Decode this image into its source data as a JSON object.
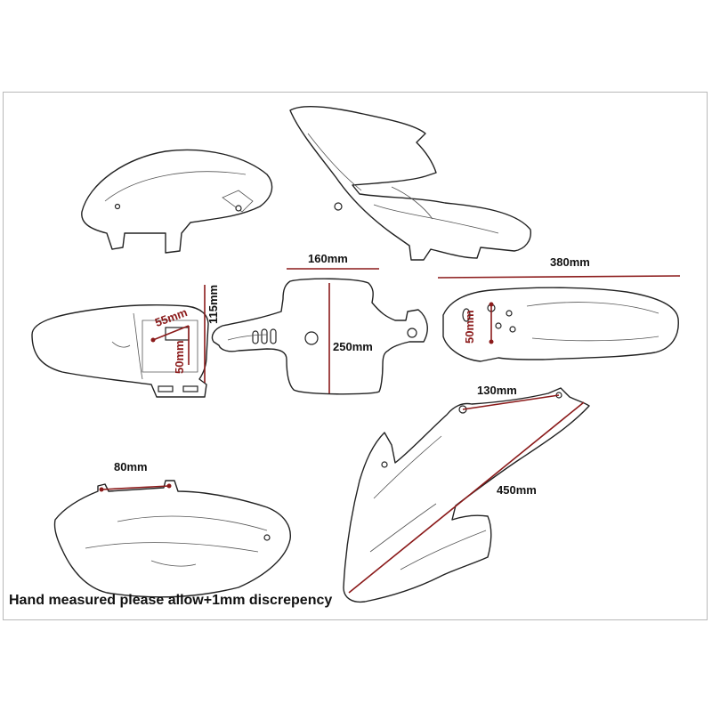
{
  "colors": {
    "dimension": "#8b1a1a",
    "outline": "#222222",
    "background": "#ffffff"
  },
  "dimensions": {
    "tank_cover_width": "160mm",
    "tank_cover_height": "250mm",
    "front_fender_length": "380mm",
    "front_fender_hole_spacing": "50mm",
    "rear_fender_hole_width": "55mm",
    "rear_fender_hole_height": "50mm",
    "rear_fender_mount_height": "115mm",
    "shroud_top_mount": "130mm",
    "shroud_length": "450mm",
    "side_panel_mount": "80mm"
  },
  "footer": {
    "note": "Hand measured please allow+1mm discrepency"
  }
}
